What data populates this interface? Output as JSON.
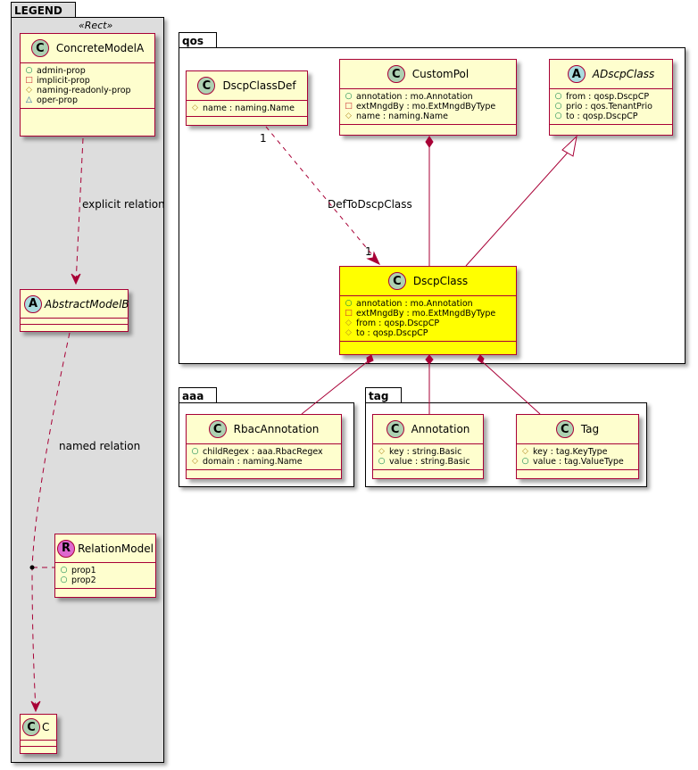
{
  "legend": {
    "package_name": "LEGEND",
    "stereotype": "«Rect»",
    "classes": [
      {
        "name": "ConcreteModelA",
        "kind": "C",
        "attributes": [
          {
            "vis": "public",
            "glyph": "○",
            "text": "admin-prop"
          },
          {
            "vis": "private",
            "glyph": "□",
            "text": "implicit-prop"
          },
          {
            "vis": "protected",
            "glyph": "◇",
            "text": "naming-readonly-prop"
          },
          {
            "vis": "package",
            "glyph": "△",
            "text": "oper-prop"
          }
        ]
      },
      {
        "name": "AbstractModelB",
        "kind": "A",
        "attributes": []
      },
      {
        "name": "RelationModel",
        "kind": "R",
        "attributes": [
          {
            "vis": "public",
            "glyph": "○",
            "text": "prop1"
          },
          {
            "vis": "public",
            "glyph": "○",
            "text": "prop2"
          }
        ]
      },
      {
        "name": "C",
        "kind": "C",
        "attributes": []
      }
    ],
    "relations": {
      "explicit": "explicit relation",
      "named": "named relation"
    }
  },
  "packages": {
    "qos": {
      "name": "qos",
      "classes": {
        "DscpClassDef": {
          "name": "DscpClassDef",
          "kind": "C",
          "attributes": [
            {
              "vis": "protected",
              "glyph": "◇",
              "text": "name : naming.Name"
            }
          ]
        },
        "CustomPol": {
          "name": "CustomPol",
          "kind": "C",
          "attributes": [
            {
              "vis": "public",
              "glyph": "○",
              "text": "annotation : mo.Annotation"
            },
            {
              "vis": "private",
              "glyph": "□",
              "text": "extMngdBy : mo.ExtMngdByType"
            },
            {
              "vis": "protected",
              "glyph": "◇",
              "text": "name : naming.Name"
            }
          ]
        },
        "ADscpClass": {
          "name": "ADscpClass",
          "kind": "A",
          "attributes": [
            {
              "vis": "public",
              "glyph": "○",
              "text": "from : qosp.DscpCP"
            },
            {
              "vis": "public",
              "glyph": "○",
              "text": "prio : qos.TenantPrio"
            },
            {
              "vis": "public",
              "glyph": "○",
              "text": "to : qosp.DscpCP"
            }
          ]
        },
        "DscpClass": {
          "name": "DscpClass",
          "kind": "C",
          "highlight": "#ffff00",
          "attributes": [
            {
              "vis": "public",
              "glyph": "○",
              "text": "annotation : mo.Annotation"
            },
            {
              "vis": "private",
              "glyph": "□",
              "text": "extMngdBy : mo.ExtMngdByType"
            },
            {
              "vis": "protected",
              "glyph": "◇",
              "text": "from : qosp.DscpCP"
            },
            {
              "vis": "protected",
              "glyph": "◇",
              "text": "to : qosp.DscpCP"
            }
          ]
        }
      },
      "relation": {
        "label": "DefToDscpClass",
        "source_multiplicity": "1",
        "target_multiplicity": "1"
      }
    },
    "aaa": {
      "name": "aaa",
      "classes": {
        "RbacAnnotation": {
          "name": "RbacAnnotation",
          "kind": "C",
          "attributes": [
            {
              "vis": "public",
              "glyph": "○",
              "text": "childRegex : aaa.RbacRegex"
            },
            {
              "vis": "protected",
              "glyph": "◇",
              "text": "domain : naming.Name"
            }
          ]
        }
      }
    },
    "tag": {
      "name": "tag",
      "classes": {
        "Annotation": {
          "name": "Annotation",
          "kind": "C",
          "attributes": [
            {
              "vis": "protected",
              "glyph": "◇",
              "text": "key : string.Basic"
            },
            {
              "vis": "public",
              "glyph": "○",
              "text": "value : string.Basic"
            }
          ]
        },
        "Tag": {
          "name": "Tag",
          "kind": "C",
          "attributes": [
            {
              "vis": "protected",
              "glyph": "◇",
              "text": "key : tag.KeyType"
            },
            {
              "vis": "public",
              "glyph": "○",
              "text": "value : tag.ValueType"
            }
          ]
        }
      }
    }
  },
  "colors": {
    "class_fill": "#fefece",
    "class_border": "#a80036",
    "highlight_fill": "#ffff00",
    "legend_fill": "#dddddd",
    "edge": "#a80036"
  }
}
